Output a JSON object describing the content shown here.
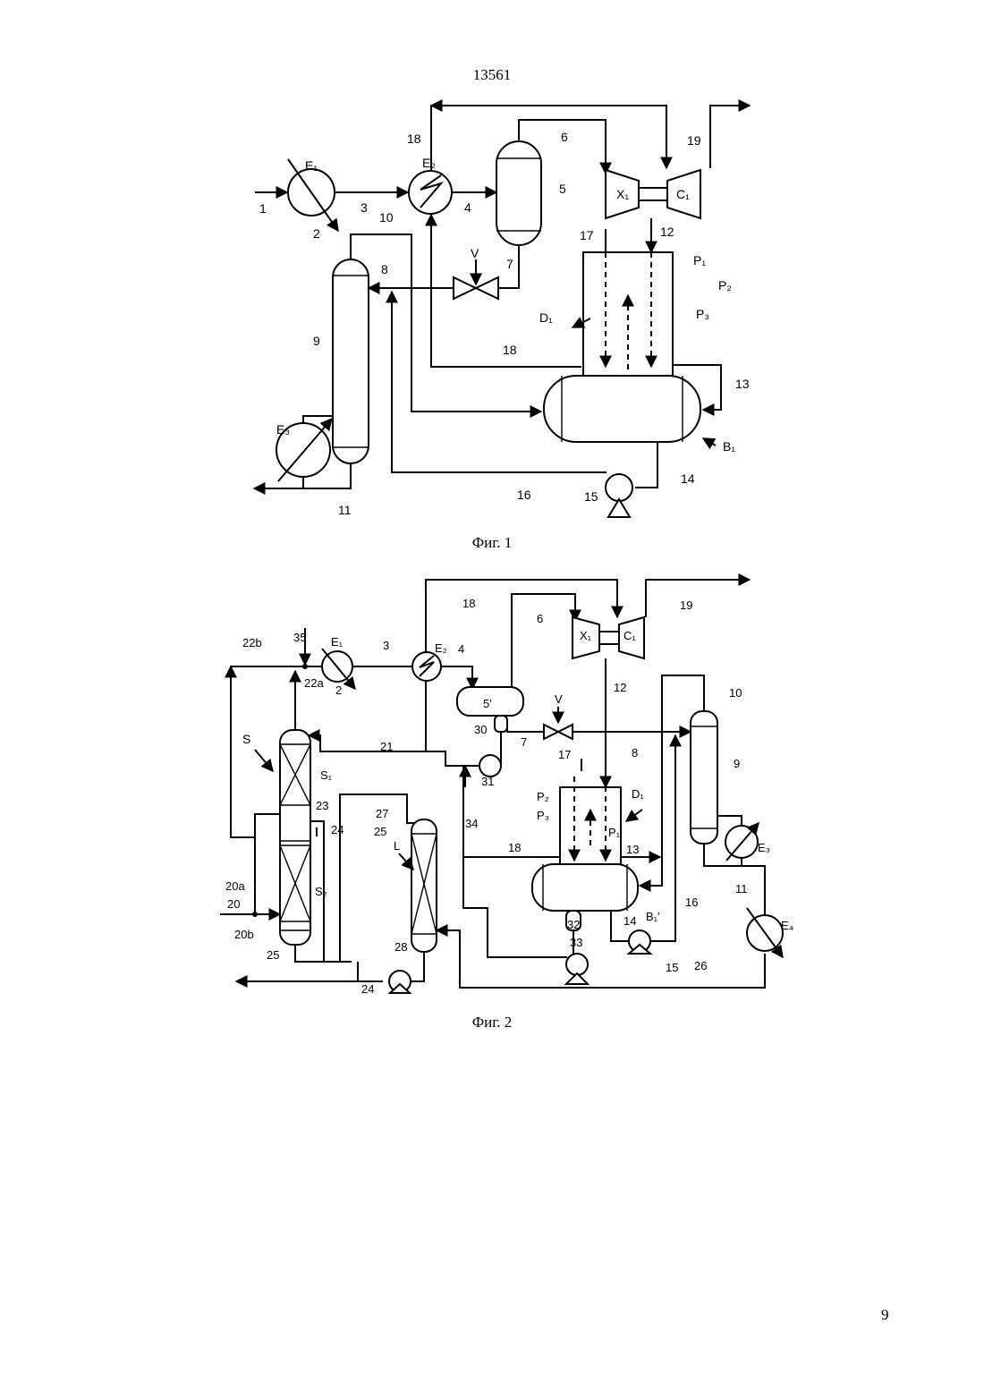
{
  "header": {
    "document_number": "13561"
  },
  "page": {
    "number": "9"
  },
  "figure1": {
    "caption": "Фиг. 1",
    "labels": {
      "l1": "1",
      "l2": "2",
      "l3": "3",
      "l4": "4",
      "l5": "5",
      "l6": "6",
      "l7": "7",
      "l8": "8",
      "l9": "9",
      "l10": "10",
      "l11": "11",
      "l12": "12",
      "l13": "13",
      "l14": "14",
      "l15": "15",
      "l16": "16",
      "l17": "17",
      "l18a": "18",
      "l18b": "18",
      "l19": "19",
      "E1": "E₁",
      "E2": "E₂",
      "E3": "E₃",
      "X1": "X₁",
      "C1": "C₁",
      "V": "V",
      "D1": "D₁",
      "B1": "B₁",
      "P1": "P₁",
      "P2": "P₂",
      "P3": "P₃"
    }
  },
  "figure2": {
    "caption": "Фиг. 2",
    "labels": {
      "l2": "2",
      "l3": "3",
      "l4": "4",
      "l5": "5′",
      "l6": "6",
      "l7": "7",
      "l8": "8",
      "l9": "9",
      "l10": "10",
      "l11": "11",
      "l12": "12",
      "l13": "13",
      "l14": "14",
      "l15": "15",
      "l16": "16",
      "l17": "17",
      "l18a": "18",
      "l18b": "18",
      "l19": "19",
      "l20": "20",
      "l20a": "20a",
      "l20b": "20b",
      "l21": "21",
      "l22a": "22a",
      "l22b": "22b",
      "l23": "23",
      "l24a": "24",
      "l24b": "24",
      "l25a": "25",
      "l25b": "25",
      "l26": "26",
      "l27": "27",
      "l28": "28",
      "l30": "30",
      "l31": "31",
      "l32": "32",
      "l33": "33",
      "l34": "34",
      "l35": "35",
      "E1": "E₁",
      "E2": "E₂",
      "E3": "E₃",
      "E4": "E₄",
      "X1": "X₁",
      "C1": "C₁",
      "V": "V",
      "D1": "D₁",
      "B1": "B₁′",
      "P1": "P₁",
      "P2": "P₂",
      "P3": "P₃",
      "S": "S",
      "S1": "S₁",
      "S2": "S₂",
      "L": "L"
    }
  }
}
